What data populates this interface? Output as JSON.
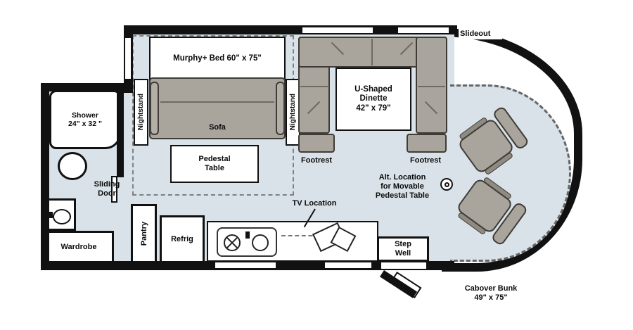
{
  "colors": {
    "floor": "#d9e2e8",
    "furniture": "#a9a49c",
    "wall": "#111111",
    "seam_line": "#6e6a62"
  },
  "labels": {
    "slideout": "Slideout",
    "murphy_bed": "Murphy+ Bed 60\" x 75\"",
    "sofa": "Sofa",
    "nightstand": "Nightstand",
    "pedestal_table": "Pedestal\nTable",
    "dinette": "U-Shaped\nDinette\n42\" x 79\"",
    "footrest": "Footrest",
    "alt_pedestal": "Alt. Location\nfor Movable\nPedestal Table",
    "shower": "Shower\n24\" x 32 \"",
    "sliding_door": "Sliding\nDoor",
    "wardrobe": "Wardrobe",
    "pantry": "Pantry",
    "refrig": "Refrig",
    "tv_location": "TV Location",
    "step_well": "Step\nWell",
    "cabover_bunk": "Cabover Bunk\n49\" x 75\""
  }
}
